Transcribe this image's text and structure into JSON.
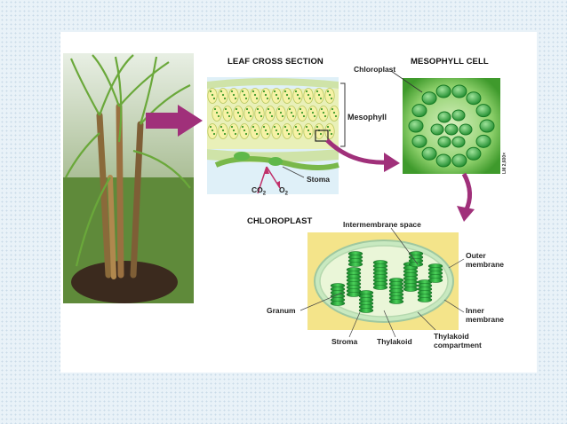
{
  "leaf_section": {
    "title": "LEAF CROSS SECTION",
    "mesophyll_label": "Mesophyll",
    "stoma_label": "Stoma",
    "co2_label": "CO",
    "co2_sub": "2",
    "o2_label": "O",
    "o2_sub": "2"
  },
  "mesophyll_cell": {
    "title": "MESOPHYLL CELL",
    "chloroplast_label": "Chloroplast",
    "scale_note": "LM 2,600×"
  },
  "chloroplast": {
    "title": "CHLOROPLAST",
    "intermembrane_label": "Intermembrane space",
    "outer_membrane_label": "Outer\nmembrane",
    "inner_membrane_label": "Inner\nmembrane",
    "granum_label": "Granum",
    "stroma_label": "Stroma",
    "thylakoid_label": "Thylakoid",
    "thylakoid_compartment_label": "Thylakoid\ncompartment"
  },
  "colors": {
    "arrow": "#a0307a",
    "leaf_green": "#7dbb3a",
    "chloroplast_green": "#22a33a",
    "stroma_bg": "#f4e48a"
  }
}
